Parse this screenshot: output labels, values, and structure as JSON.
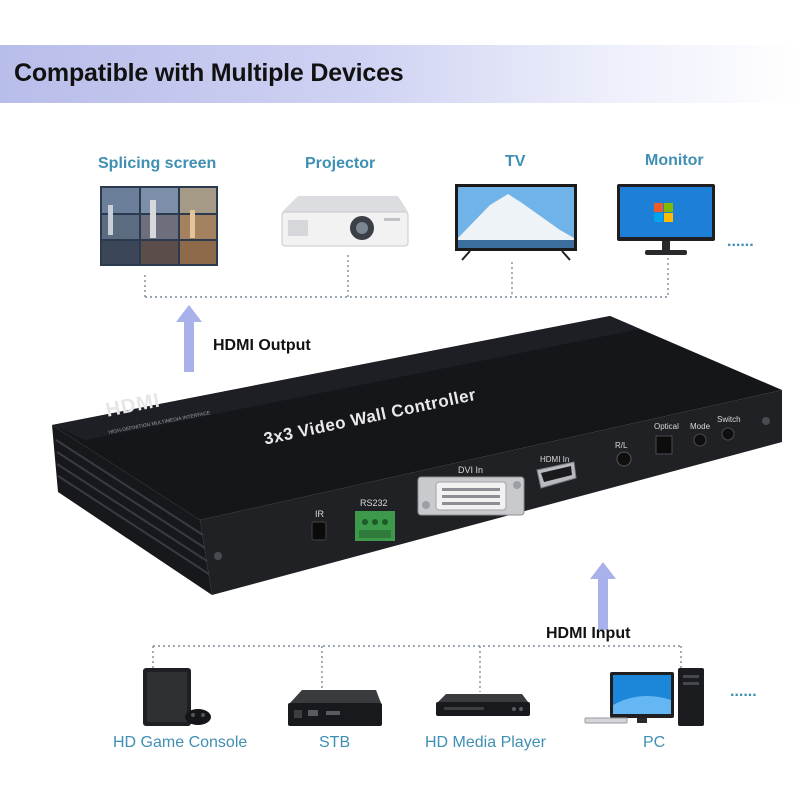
{
  "banner": {
    "title": "Compatible with Multiple Devices"
  },
  "outputs": [
    {
      "label": "Splicing screen",
      "icon": "splicing-screen-icon"
    },
    {
      "label": "Projector",
      "icon": "projector-icon"
    },
    {
      "label": "TV",
      "icon": "tv-icon"
    },
    {
      "label": "Monitor",
      "icon": "monitor-icon"
    }
  ],
  "output_more": "......",
  "output_arrow_label": "HDMI Output",
  "input_arrow_label": "HDMI Input",
  "inputs": [
    {
      "label": "HD Game Console",
      "icon": "game-console-icon"
    },
    {
      "label": "STB",
      "icon": "set-top-box-icon"
    },
    {
      "label": "HD Media Player",
      "icon": "media-player-icon"
    },
    {
      "label": "PC",
      "icon": "pc-icon"
    }
  ],
  "input_more": "......",
  "device": {
    "brand": "HDMI",
    "brand_sub": "HIGH-DEFINITION MULTIMEDIA INTERFACE",
    "title": "3x3 Video Wall Controller",
    "ports": {
      "ir": "IR",
      "rs232": "RS232",
      "dvi": "DVI In",
      "hdmi": "HDMI In",
      "rl": "R/L",
      "optical": "Optical",
      "mode": "Mode",
      "switch": "Switch"
    }
  },
  "colors": {
    "label_blue": "#3f8fb3",
    "arrow": "#a9b1ea",
    "banner": "#b8bdea"
  }
}
